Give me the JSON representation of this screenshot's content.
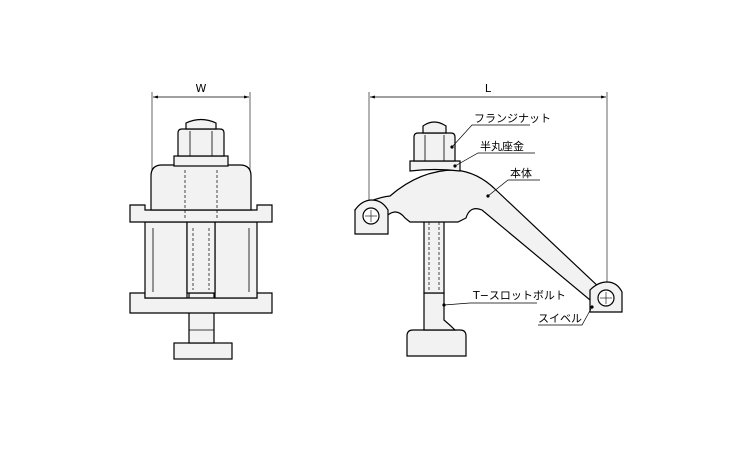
{
  "dimensions": {
    "width_label": "W",
    "length_label": "L"
  },
  "callouts": {
    "flange_nut": "フランジナット",
    "half_round_washer": "半丸座金",
    "body": "本体",
    "t_slot_bolt": "T−スロットボルト",
    "swivel": "スイベル"
  },
  "colors": {
    "line": "#000000",
    "fill_part": "#f2f2f2",
    "fill_dark": "#d9d9d9",
    "fill_white": "#ffffff"
  }
}
